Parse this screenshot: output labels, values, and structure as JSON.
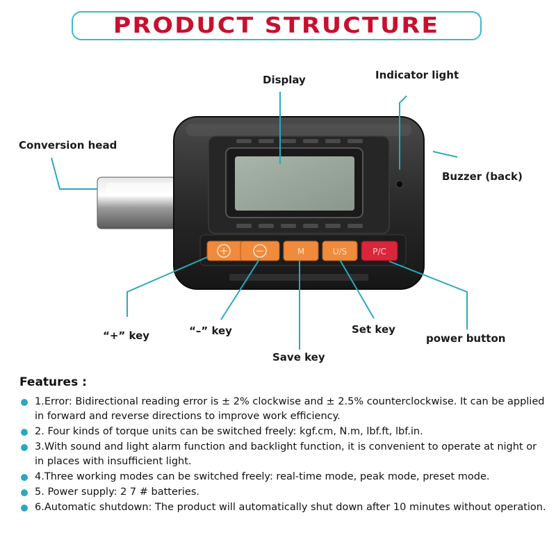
{
  "title": "PRODUCT STRUCTURE",
  "callouts": {
    "display": "Display",
    "indicator_light": "Indicator light",
    "conversion_head": "Conversion head",
    "buzzer": "Buzzer (back)",
    "plus_key": "“+”  key",
    "minus_key": "“–”  key",
    "save_key": "Save key",
    "set_key": "Set key",
    "power_button": "power button"
  },
  "keys": {
    "plus": "+",
    "minus": "−",
    "m": "M",
    "us": "U/S",
    "pc": "P/C"
  },
  "colors": {
    "title_red": "#c8102e",
    "title_border": "#3fb8c8",
    "leader_line": "#2aa8bf",
    "key_orange": "#f08a3c",
    "key_red": "#d9263a",
    "lcd": "#9aa89c"
  },
  "features": {
    "heading": "Features :",
    "items": [
      "1.Error: Bidirectional reading error is ± 2% clockwise and ± 2.5% counterclockwise. It can be applied in forward and reverse directions to improve work efficiency.",
      "2. Four kinds of torque units can be switched freely: kgf.cm, N.m, lbf.ft, lbf.in.",
      "3.With sound and light alarm function and backlight function, it is convenient to operate at night or in places with insufficient light.",
      "4.Three working modes can be switched freely: real-time mode, peak mode, preset mode.",
      "5. Power supply: 2 7 # batteries.",
      "6.Automatic shutdown: The product will automatically shut down after 10 minutes without operation."
    ]
  }
}
